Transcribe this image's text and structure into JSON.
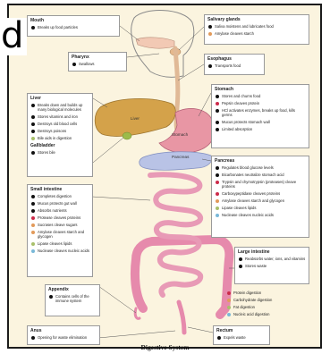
{
  "partial_heading_letter": "d",
  "title": "Digestive System",
  "colors": {
    "background": "#fbf4df",
    "liver": "#d4a24a",
    "stomach": "#e896a4",
    "pancreas": "#b9c3e6",
    "intestine": "#e89ab6",
    "esophagus": "#e8c7a6",
    "key_black": "#111111",
    "key_red": "#cc2c4a",
    "key_orange": "#e29a5a",
    "key_green": "#a8c06a",
    "key_blue": "#79b8d8"
  },
  "organ_labels": {
    "liver": "Liver",
    "stomach": "Stomach",
    "pancreas": "Pancreas"
  },
  "boxes": {
    "mouth": {
      "title": "Mouth",
      "items": [
        {
          "text": "Breaks up food particles",
          "color": "black"
        }
      ]
    },
    "pharynx": {
      "title": "Pharynx",
      "items": [
        {
          "text": "Swallows",
          "color": "black"
        }
      ]
    },
    "salivary": {
      "title": "Salivary glands",
      "items": [
        {
          "text": "Saliva moistens and lubricates food",
          "color": "black"
        },
        {
          "text": "Amylase cleaves starch",
          "color": "orange"
        }
      ]
    },
    "esophagus": {
      "title": "Esophagus",
      "items": [
        {
          "text": "Transports food",
          "color": "black"
        }
      ]
    },
    "liver": {
      "title": "Liver",
      "items": [
        {
          "text": "Breaks down and builds up many biological molecules",
          "color": "black"
        },
        {
          "text": "Stores vitamins and iron",
          "color": "black"
        },
        {
          "text": "Destroys old blood cells",
          "color": "black"
        },
        {
          "text": "Destroys poisons",
          "color": "black"
        },
        {
          "text": "Bile aids in digestion",
          "color": "green"
        }
      ]
    },
    "gallbladder": {
      "title": "Gallbladder",
      "items": [
        {
          "text": "Stores bile",
          "color": "black"
        }
      ]
    },
    "stomach": {
      "title": "Stomach",
      "items": [
        {
          "text": "Stores and churns food",
          "color": "black"
        },
        {
          "text": "Pepsin cleaves protein",
          "color": "red"
        },
        {
          "text": "HCl activates enzymes, breaks up food, kills germs",
          "color": "black"
        },
        {
          "text": "Mucus protects stomach wall",
          "color": "black"
        },
        {
          "text": "Limited absorption",
          "color": "black"
        }
      ]
    },
    "pancreas": {
      "title": "Pancreas",
      "items": [
        {
          "text": "Regulates blood glucose levels",
          "color": "black"
        },
        {
          "text": "Bicarbonates neutralize stomach acid",
          "color": "black"
        },
        {
          "text": "Trypsin and chymotrypsin (proteases) cleave proteins",
          "color": "red"
        },
        {
          "text": "Carboxypeptidase cleaves proteins",
          "color": "red"
        },
        {
          "text": "Amylase cleaves starch and glycogen",
          "color": "orange"
        },
        {
          "text": "Lipase cleaves lipids",
          "color": "green"
        },
        {
          "text": "Nuclease cleaves nucleic acids",
          "color": "blue"
        }
      ]
    },
    "small_intestine": {
      "title": "Small intestine",
      "items": [
        {
          "text": "Completes digestion",
          "color": "black"
        },
        {
          "text": "Mucus protects gut wall",
          "color": "black"
        },
        {
          "text": "Absorbs nutrients",
          "color": "black"
        },
        {
          "text": "Protease cleaves proteins",
          "color": "red"
        },
        {
          "text": "Sucrases cleave sugars",
          "color": "orange"
        },
        {
          "text": "Amylase cleaves starch and glycogen",
          "color": "orange"
        },
        {
          "text": "Lipase cleaves lipids",
          "color": "green"
        },
        {
          "text": "Nuclease cleaves nucleic acids",
          "color": "blue"
        }
      ]
    },
    "large_intestine": {
      "title": "Large intestine",
      "items": [
        {
          "text": "Reabsorbs water, ions, and vitamins",
          "color": "black"
        },
        {
          "text": "Stores waste",
          "color": "black"
        }
      ]
    },
    "appendix": {
      "title": "Appendix",
      "items": [
        {
          "text": "Contains cells of the immune system",
          "color": "black"
        }
      ]
    },
    "anus": {
      "title": "Anus",
      "items": [
        {
          "text": "Opening for waste elimination",
          "color": "black"
        }
      ]
    },
    "rectum": {
      "title": "Rectum",
      "items": [
        {
          "text": "Expels waste",
          "color": "black"
        }
      ]
    }
  },
  "legend": [
    {
      "text": "Protein digestion",
      "color": "red"
    },
    {
      "text": "Carbohydrate digestion",
      "color": "orange"
    },
    {
      "text": "Fat digestion",
      "color": "green"
    },
    {
      "text": "Nucleic acid digestion",
      "color": "blue"
    }
  ]
}
